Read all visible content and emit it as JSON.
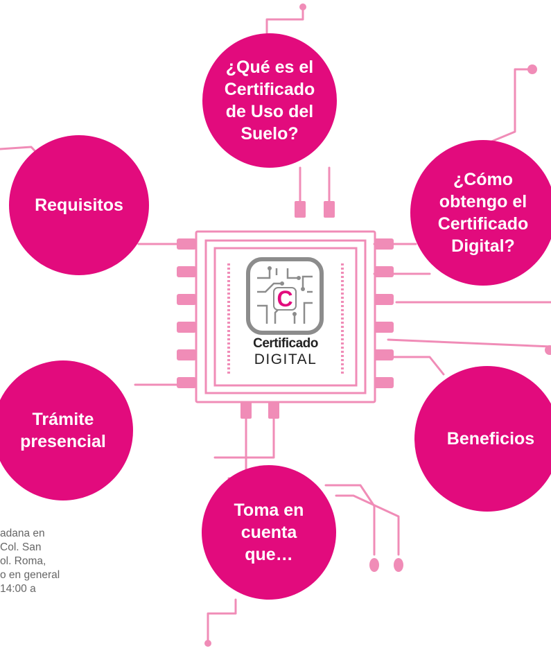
{
  "colors": {
    "magenta": "#e20b7d",
    "trace": "#f08cb7",
    "text_gray": "#666666",
    "logo_dark": "#222222",
    "logo_gray": "#8c8c8c"
  },
  "bubbles": {
    "que_es": "¿Qué es el\nCertificado\nde Uso del\nSuelo?",
    "requisitos": "Requisitos",
    "como_obtengo": "¿Cómo\nobtengo el\nCertificado\nDigital?",
    "tramite": "Trámite\npresencial",
    "beneficios": "Beneficios",
    "toma_en_cuenta": "Toma en\ncuenta\nque…"
  },
  "logo": {
    "icon": "circuit-c-logo-icon",
    "letter": "C",
    "word1": "Certificado",
    "word2": "DIGITAL"
  },
  "side_note": "adana en\n Col. San\nol. Roma,\no en general\n14:00 a"
}
